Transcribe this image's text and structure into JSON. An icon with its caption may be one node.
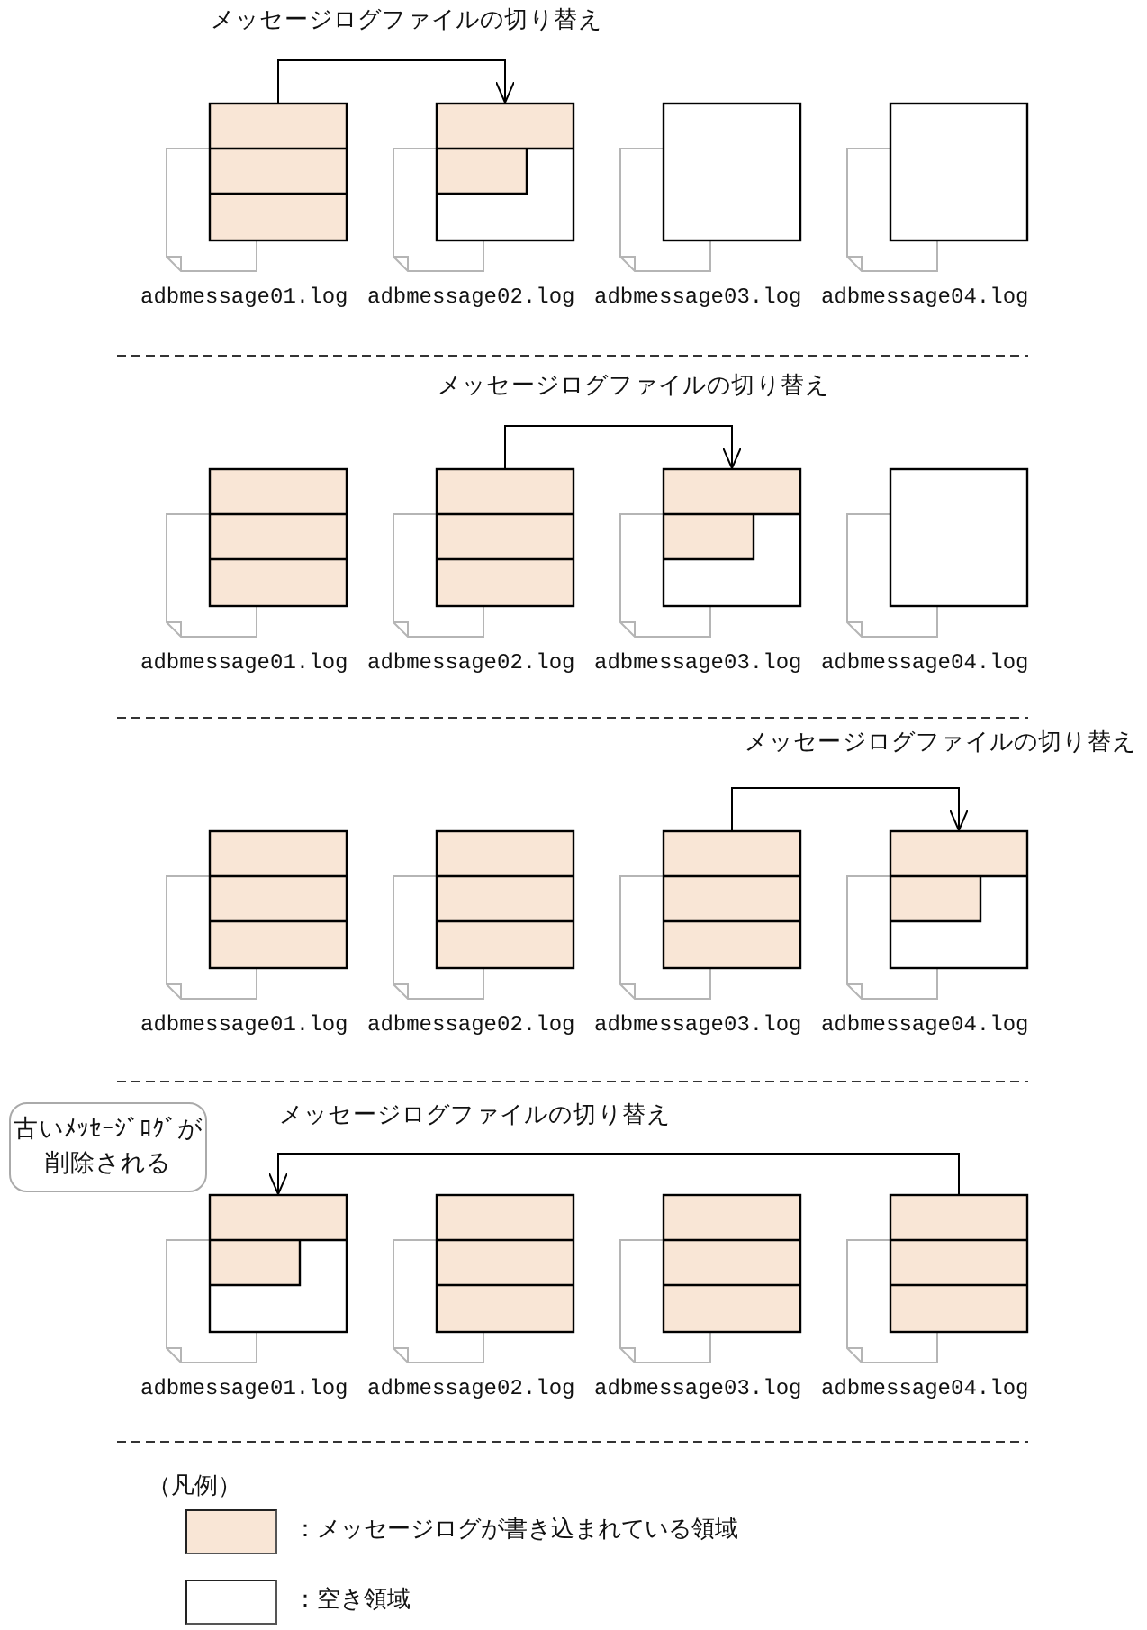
{
  "diagram": {
    "nodes": [
      {
        "text": [
          "adbmessage01.log"
        ]
      },
      {
        "text": [
          "adbmessage02.log"
        ]
      },
      {
        "text": [
          "adbmessage03.log"
        ]
      },
      {
        "text": [
          "adbmessage04.log"
        ]
      },
      {
        "text": [
          "adbmessage01.log"
        ]
      },
      {
        "text": [
          "adbmessage02.log"
        ]
      },
      {
        "text": [
          "adbmessage03.log"
        ]
      },
      {
        "text": [
          "adbmessage04.log"
        ]
      },
      {
        "text": [
          "adbmessage01.log"
        ]
      },
      {
        "text": [
          "adbmessage02.log"
        ]
      },
      {
        "text": [
          "adbmessage03.log"
        ]
      },
      {
        "text": [
          "adbmessage04.log"
        ]
      },
      {
        "text": [
          "古いﾒｯｾｰｼﾞﾛｸﾞが削除される"
        ]
      },
      {
        "text": [
          "adbmessage01.log"
        ]
      },
      {
        "text": [
          "adbmessage02.log"
        ]
      },
      {
        "text": [
          "adbmessage03.log"
        ]
      },
      {
        "text": [
          "adbmessage04.log"
        ]
      }
    ],
    "edges": [
      {
        "from": 0,
        "to": 1,
        "arrow": "to",
        "label": "メッセージログファイルの切り替え"
      },
      {
        "from": 5,
        "to": 6,
        "arrow": "to",
        "label": "メッセージログファイルの切り替え"
      },
      {
        "from": 10,
        "to": 11,
        "arrow": "to",
        "label": "メッセージログファイルの切り替え"
      },
      {
        "from": 16,
        "to": 13,
        "arrow": "to",
        "label": "メッセージログファイルの切り替え"
      }
    ],
    "labels": [
      "（凡例）"
    ],
    "legend": [
      {
        "text": "：メッセージログが書き込まれている領域",
        "color": "#f9e6d6"
      },
      {
        "text": "：空き領域",
        "color": "#ffffff"
      }
    ]
  }
}
